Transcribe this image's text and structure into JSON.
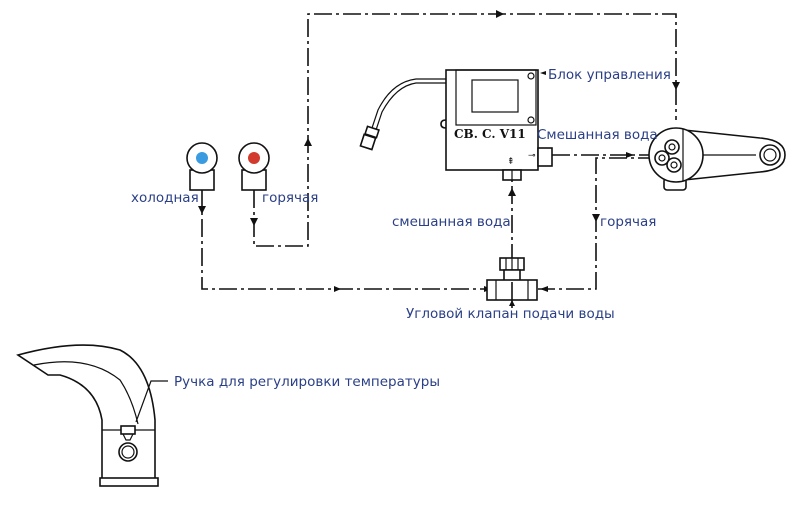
{
  "diagram": {
    "labels": {
      "control_unit": "Блок управления",
      "device_model": "CB. C. V11",
      "mixed_water_out": "Смешанная вода",
      "cold": "холодная",
      "hot_left": "горячая",
      "mixed_water": "смешанная вода",
      "hot_right": "горячая",
      "angle_valve": "Угловой клапан подачи воды",
      "temp_handle": "Ручка для регулировки температуры"
    },
    "colors": {
      "label_text": "#2b3f86",
      "cold_indicator": "#3b9be0",
      "hot_indicator": "#d23a2e",
      "line": "#111111"
    }
  }
}
